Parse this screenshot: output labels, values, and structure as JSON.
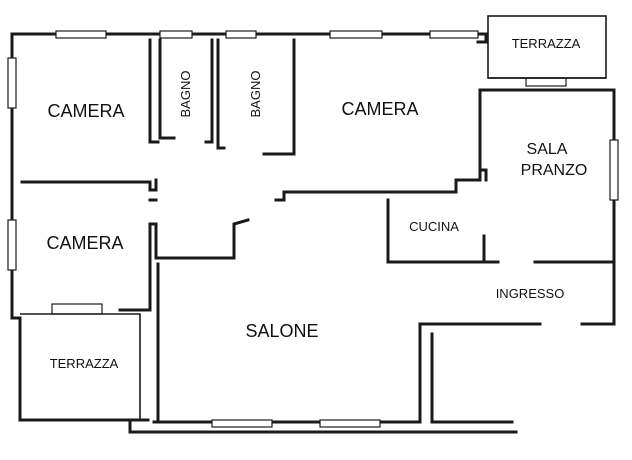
{
  "plan": {
    "rooms": {
      "camera_top_left": "CAMERA",
      "bagno_1": "BAGNO",
      "bagno_2": "BAGNO",
      "camera_top_center": "CAMERA",
      "terrazza_top": "TERRAZZA",
      "sala_pranzo_line1": "SALA",
      "sala_pranzo_line2": "PRANZO",
      "cucina": "CUCINA",
      "camera_left": "CAMERA",
      "ingresso": "INGRESSO",
      "salone": "SALONE",
      "terrazza_bottom": "TERRAZZA"
    },
    "colors": {
      "wall": "#1a1a1a",
      "background": "#ffffff"
    }
  }
}
